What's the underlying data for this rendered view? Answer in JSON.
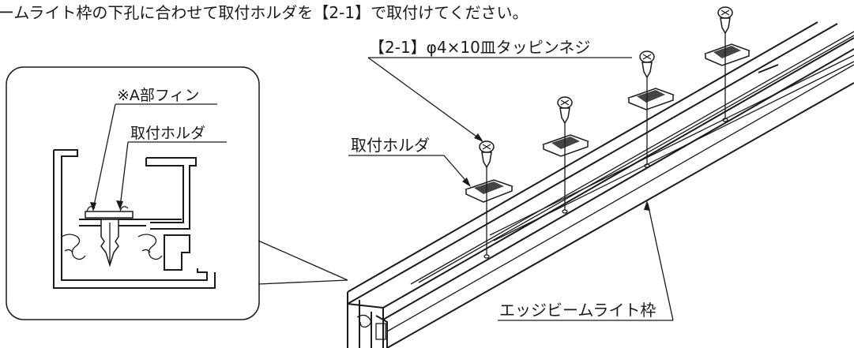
{
  "instruction": "ームライト枠の下孔に合わせて取付ホルダを【2-1】で取付けてください。",
  "detail": {
    "fin_label": "※A部フィン",
    "holder_label": "取付ホルダ"
  },
  "main": {
    "screw_label": "【2-1】φ4×10皿タッピンネジ",
    "holder_label": "取付ホルダ",
    "frame_label": "エッジビームライト枠"
  }
}
